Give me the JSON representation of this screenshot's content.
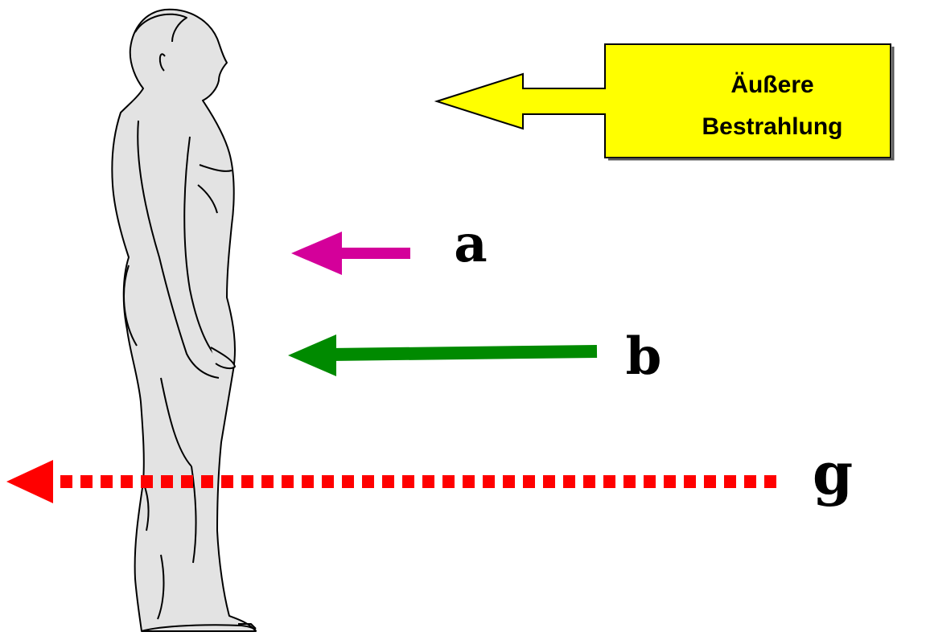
{
  "callout": {
    "line1": "Äußere",
    "line2": "Bestrahlung",
    "fill": "#ffff00",
    "border": "#000000"
  },
  "rays": [
    {
      "id": "a",
      "label": "a",
      "color": "#d4009a",
      "style": "solid"
    },
    {
      "id": "b",
      "label": "b",
      "color": "#008a00",
      "style": "solid"
    },
    {
      "id": "g",
      "label": "g",
      "color": "#ff0000",
      "style": "dashed"
    }
  ],
  "figure": {
    "icon": "human-figure-side-view-icon",
    "fill": "#e3e3e3",
    "outline": "#000000"
  }
}
